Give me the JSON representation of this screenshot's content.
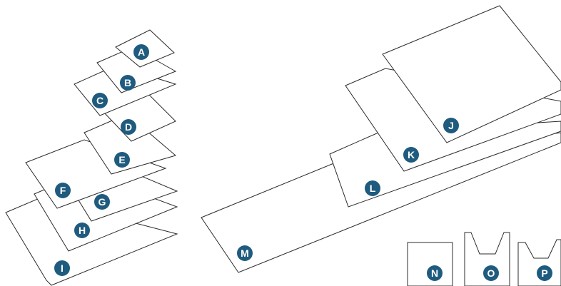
{
  "colors": {
    "badge": "#1f5b7e",
    "outline": "#2b2b2b",
    "background": "#ffffff"
  },
  "labels": {
    "A": "A",
    "B": "B",
    "C": "C",
    "D": "D",
    "E": "E",
    "F": "F",
    "G": "G",
    "H": "H",
    "I": "I",
    "J": "J",
    "K": "K",
    "L": "L",
    "M": "M",
    "N": "N",
    "O": "O",
    "P": "P"
  }
}
